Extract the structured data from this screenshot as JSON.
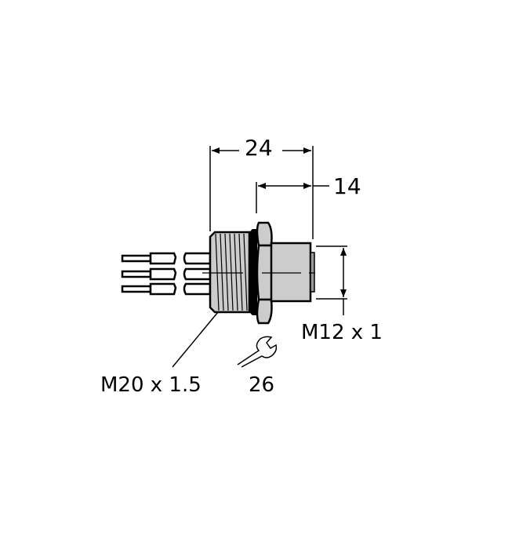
{
  "drawing": {
    "title": "Connector dimension drawing",
    "colors": {
      "line": "#000000",
      "body_fill": "#cccccc",
      "background": "#ffffff"
    }
  },
  "dimensions": {
    "overall_length": {
      "value": "24",
      "unit": "mm"
    },
    "front_length": {
      "value": "14",
      "unit": "mm"
    }
  },
  "labels": {
    "front_thread": "M12 x 1",
    "mounting_thread": "M20 x 1.5",
    "wrench_size": "26"
  },
  "icons": {
    "wrench": "wrench-icon"
  },
  "wires": {
    "count": 3
  }
}
